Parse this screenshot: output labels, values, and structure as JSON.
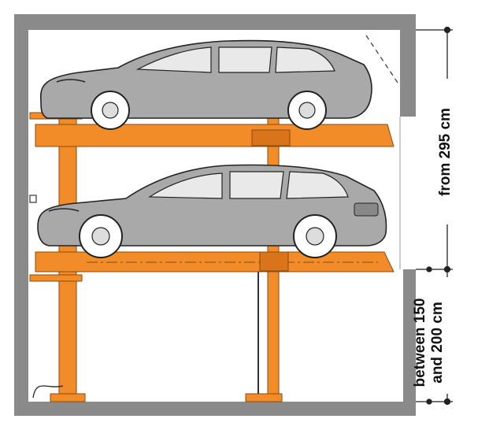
{
  "dimensions": {
    "upper_label": "from 295 cm",
    "lower_label_line1": "between 150",
    "lower_label_line2": "and 200 cm"
  },
  "colors": {
    "wall": "#8a8a8a",
    "platform": "#f28c28",
    "platform_dark": "#d9741a",
    "car_body": "#a9a9a9",
    "car_glass": "#e9e9e9",
    "line": "#222222"
  }
}
